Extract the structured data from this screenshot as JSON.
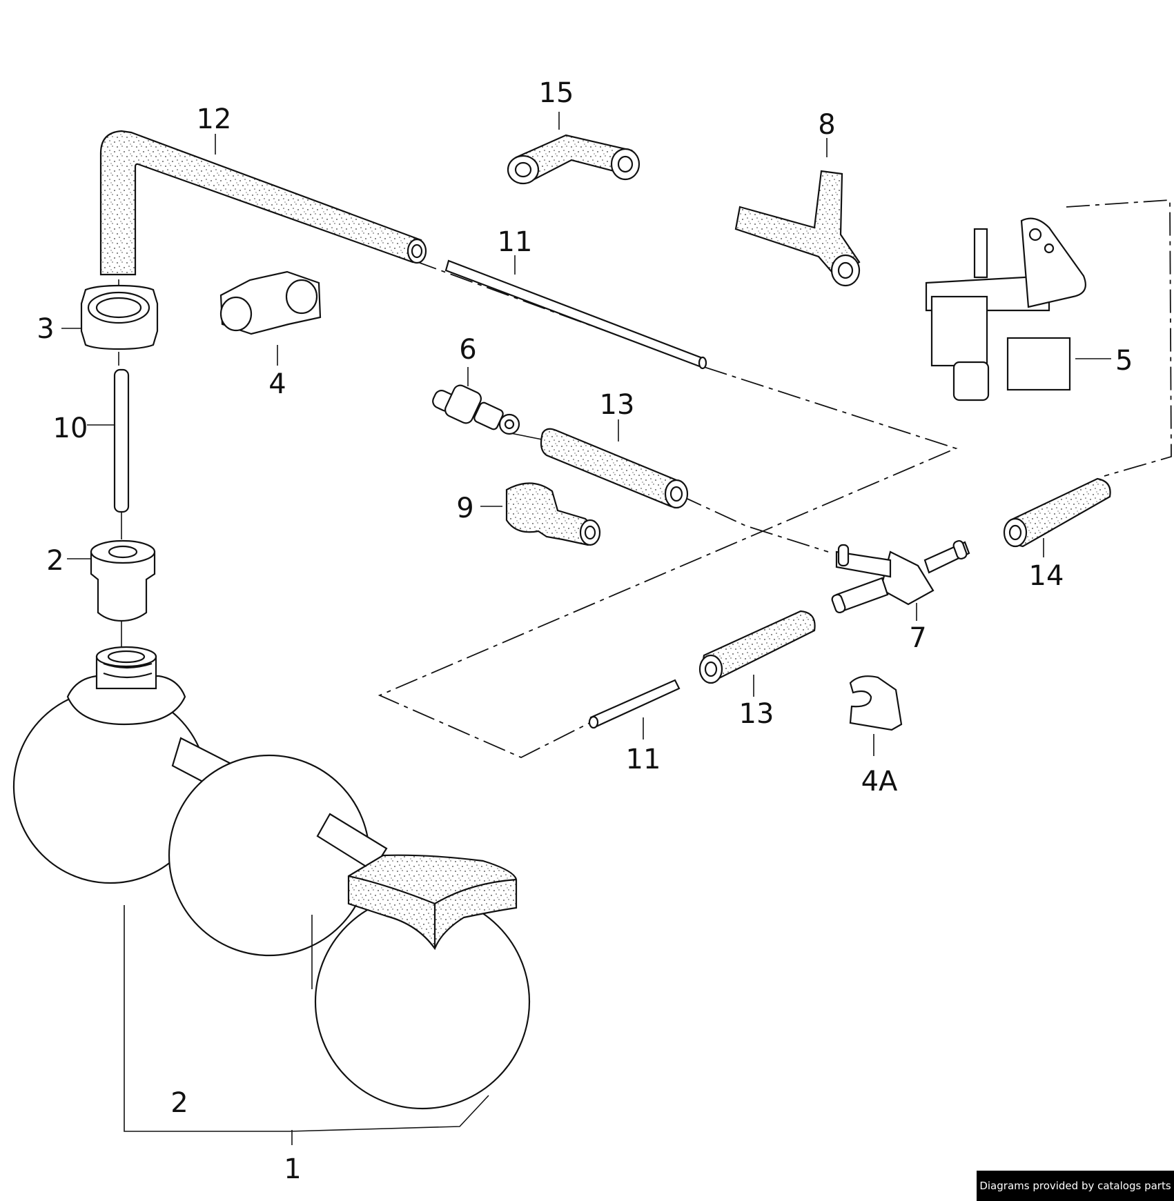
{
  "parts": [
    {
      "ref": "1"
    },
    {
      "ref": "2"
    },
    {
      "ref": "2"
    },
    {
      "ref": "3"
    },
    {
      "ref": "4"
    },
    {
      "ref": "4A"
    },
    {
      "ref": "5"
    },
    {
      "ref": "6"
    },
    {
      "ref": "7"
    },
    {
      "ref": "8"
    },
    {
      "ref": "9"
    },
    {
      "ref": "10"
    },
    {
      "ref": "11"
    },
    {
      "ref": "11"
    },
    {
      "ref": "12"
    },
    {
      "ref": "13"
    },
    {
      "ref": "13"
    },
    {
      "ref": "14"
    },
    {
      "ref": "15"
    }
  ],
  "credit": "Diagrams provided by catalogs parts"
}
